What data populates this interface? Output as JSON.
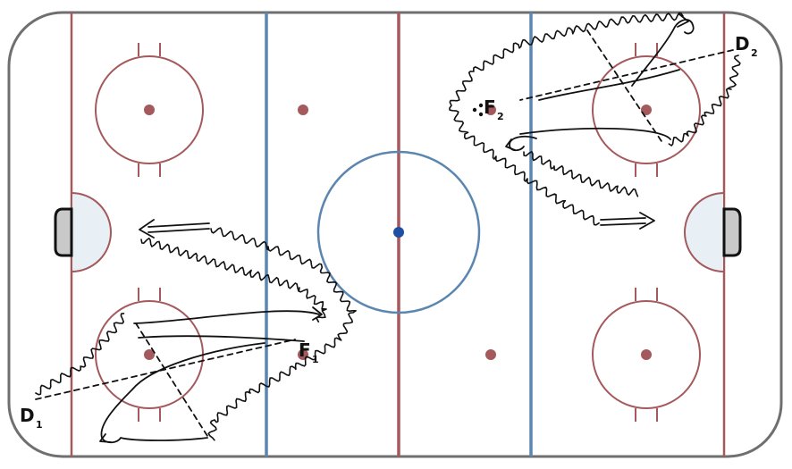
{
  "colors": {
    "board_outline": "#6f6f6f",
    "ice": "#ffffff",
    "red_line": "#a4595c",
    "blue_line": "#5b86b0",
    "faceoff_red": "#a4595c",
    "center_dot": "#1d4fa3",
    "crease_fill": "#e8eff5",
    "net_fill": "#c9c9c9",
    "ink": "#111111"
  },
  "players": [
    {
      "id": "D1",
      "letter": "D",
      "subscript": "1"
    },
    {
      "id": "D2",
      "letter": "D",
      "subscript": "2"
    },
    {
      "id": "F1",
      "letter": "F",
      "subscript": "1"
    },
    {
      "id": "F2",
      "letter": "F",
      "subscript": "2"
    }
  ]
}
